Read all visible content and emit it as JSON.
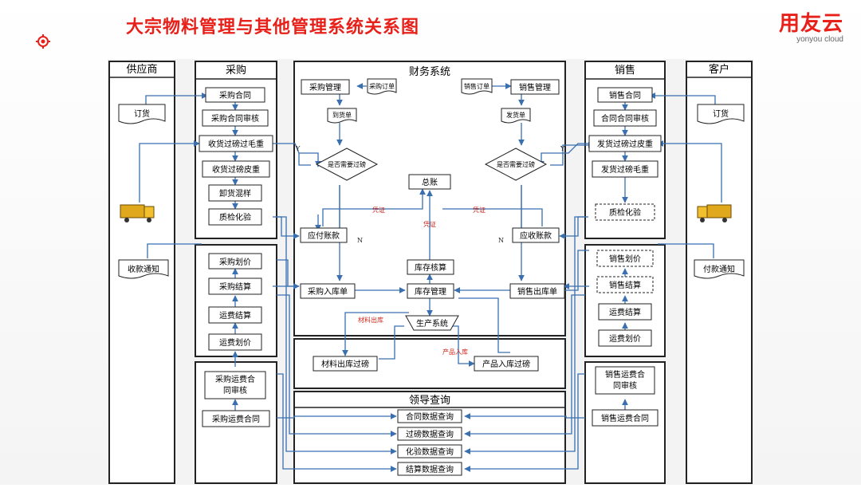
{
  "header": {
    "title": "大宗物料管理与其他管理系统关系图",
    "logo_text": "用友云",
    "logo_sub": "yonyou cloud"
  },
  "lanes": {
    "supplier": "供应商",
    "purchase": "采购",
    "finance": "财务系统",
    "sales": "销售",
    "customer": "客户",
    "leader": "领导查询"
  },
  "supplier_nodes": {
    "order": "订货",
    "receipt": "收款通知"
  },
  "customer_nodes": {
    "order": "订货",
    "payment": "付款通知"
  },
  "purchase_nodes": {
    "contract": "采购合同",
    "contract_review": "采购合同审核",
    "weigh_gross": "收货过磅过毛重",
    "weigh_tare": "收货过磅皮重",
    "unload_sample": "卸货混样",
    "qc": "质检化验",
    "pricing": "采购划价",
    "settle": "采购结算",
    "freight_settle": "运费结算",
    "freight_price": "运费划价",
    "freight_review_1": "采购运费合",
    "freight_review_2": "同审核",
    "freight_contract": "采购运费合同"
  },
  "sales_nodes": {
    "contract": "销售合同",
    "contract_review": "合同合同审核",
    "weigh_tare": "发货过磅过皮重",
    "weigh_gross": "发货过磅毛重",
    "qc": "质检化验",
    "pricing": "销售划价",
    "settle": "销售结算",
    "freight_settle": "运费结算",
    "freight_price": "运费划价",
    "freight_review_1": "销售运费合",
    "freight_review_2": "同审核",
    "freight_contract": "销售运费合同"
  },
  "finance_nodes": {
    "purchase_mgmt": "采购管理",
    "purchase_order": "采购订单",
    "arrival": "到货单",
    "decide_p": "是否需要过磅",
    "sales_order": "销售订单",
    "sales_mgmt": "销售管理",
    "delivery": "发货单",
    "decide_s": "是否需要过磅",
    "ledger": "总账",
    "voucher": "凭证",
    "payable": "应付账款",
    "receivable": "应收账款",
    "inv_cost": "库存核算",
    "purchase_in": "采购入库单",
    "inv_mgmt": "库存管理",
    "sales_out": "销售出库单",
    "production": "生产系统",
    "material_out": "材料出库",
    "product_in": "产品入库",
    "mat_out_weigh": "材料出库过磅",
    "prod_in_weigh": "产品入库过磅",
    "yes": "Y",
    "no": "N"
  },
  "leader_nodes": {
    "contract_q": "合同数据查询",
    "weigh_q": "过磅数据查询",
    "lab_q": "化验数据查询",
    "settle_q": "结算数据查询"
  }
}
